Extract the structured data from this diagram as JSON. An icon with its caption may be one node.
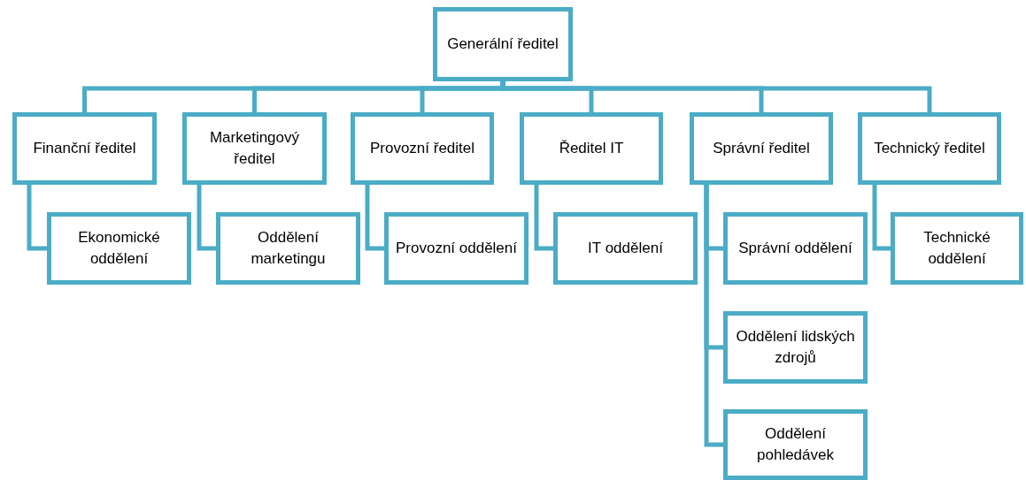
{
  "diagram": {
    "nodes": [
      {
        "text": [
          "Generální ředitel"
        ]
      },
      {
        "text": [
          "Finanční ředitel"
        ]
      },
      {
        "text": [
          "Marketingový ředitel"
        ]
      },
      {
        "text": [
          "Provozní ředitel"
        ]
      },
      {
        "text": [
          "Ředitel IT"
        ]
      },
      {
        "text": [
          "Správní ředitel"
        ]
      },
      {
        "text": [
          "Technický ředitel"
        ]
      },
      {
        "text": [
          "Ekonomické oddělení"
        ]
      },
      {
        "text": [
          "Oddělení marketingu"
        ]
      },
      {
        "text": [
          "Provozní oddělení"
        ]
      },
      {
        "text": [
          "IT oddělení"
        ]
      },
      {
        "text": [
          "Správní oddělení"
        ]
      },
      {
        "text": [
          "Technické oddělení"
        ]
      },
      {
        "text": [
          "Oddělení lidských zdrojů"
        ]
      },
      {
        "text": [
          "Oddělení pohledávek"
        ]
      }
    ],
    "edges": [
      {
        "from": 0,
        "to": 1,
        "arrow": "none"
      },
      {
        "from": 0,
        "to": 2,
        "arrow": "none"
      },
      {
        "from": 0,
        "to": 3,
        "arrow": "none"
      },
      {
        "from": 0,
        "to": 4,
        "arrow": "none"
      },
      {
        "from": 0,
        "to": 5,
        "arrow": "none"
      },
      {
        "from": 0,
        "to": 6,
        "arrow": "none"
      },
      {
        "from": 1,
        "to": 7,
        "arrow": "none"
      },
      {
        "from": 2,
        "to": 8,
        "arrow": "none"
      },
      {
        "from": 3,
        "to": 9,
        "arrow": "none"
      },
      {
        "from": 4,
        "to": 10,
        "arrow": "none"
      },
      {
        "from": 5,
        "to": 11,
        "arrow": "none"
      },
      {
        "from": 5,
        "to": 13,
        "arrow": "none"
      },
      {
        "from": 5,
        "to": 14,
        "arrow": "none"
      },
      {
        "from": 6,
        "to": 12,
        "arrow": "none"
      }
    ]
  }
}
